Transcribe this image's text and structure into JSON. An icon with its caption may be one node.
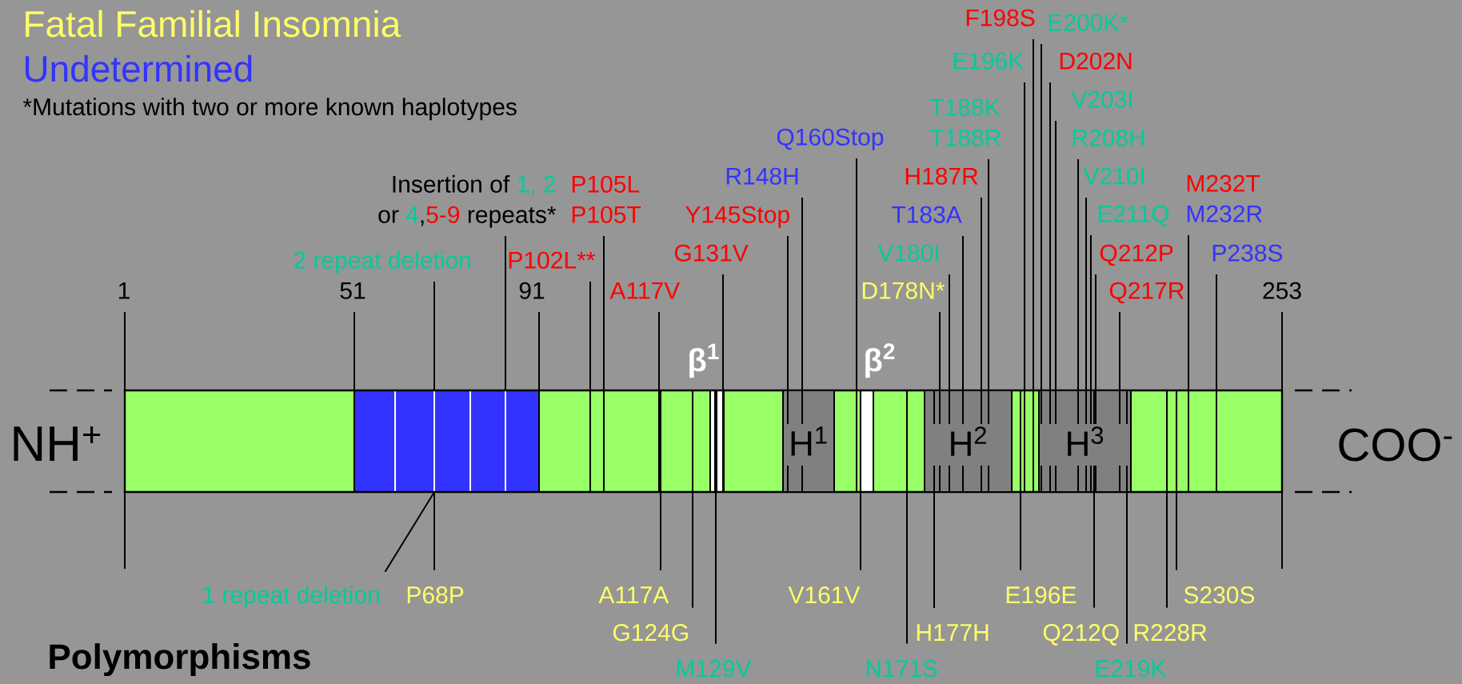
{
  "diagram": {
    "nodes": [
      {
        "text": [
          "1"
        ]
      },
      {
        "text": [
          "51"
        ]
      },
      {
        "text": [
          "2 repeat deletion"
        ]
      },
      {
        "text": [
          "Insertion of",
          "1, 2",
          "or",
          "4",
          ",",
          "5-9",
          "repeats*"
        ]
      },
      {
        "text": [
          "91"
        ]
      },
      {
        "text": [
          "P102L**"
        ]
      },
      {
        "text": [
          "P105L",
          "P105T"
        ]
      },
      {
        "text": [
          "A117V"
        ]
      },
      {
        "text": [
          "G131V"
        ]
      },
      {
        "text": [
          "Y145Stop"
        ]
      },
      {
        "text": [
          "R148H"
        ]
      },
      {
        "text": [
          "Q160Stop"
        ]
      },
      {
        "text": [
          "D178N*"
        ]
      },
      {
        "text": [
          "V180I"
        ]
      },
      {
        "text": [
          "T183A"
        ]
      },
      {
        "text": [
          "H187R"
        ]
      },
      {
        "text": [
          "T188K",
          "T188R"
        ]
      },
      {
        "text": [
          "E196K"
        ]
      },
      {
        "text": [
          "F198S"
        ]
      },
      {
        "text": [
          "E200K*"
        ]
      },
      {
        "text": [
          "D202N"
        ]
      },
      {
        "text": [
          "V203I"
        ]
      },
      {
        "text": [
          "R208H"
        ]
      },
      {
        "text": [
          "V210I"
        ]
      },
      {
        "text": [
          "E211Q"
        ]
      },
      {
        "text": [
          "Q212P"
        ]
      },
      {
        "text": [
          "Q217R"
        ]
      },
      {
        "text": [
          "M232T",
          "M232R"
        ]
      },
      {
        "text": [
          "P238S"
        ]
      },
      {
        "text": [
          "253"
        ]
      },
      {
        "text": [],
        "shape": "bar"
      },
      {
        "text": [
          "H$^{1}$"
        ],
        "in": 30
      },
      {
        "text": [
          "H$^{2}$"
        ],
        "in": 30
      },
      {
        "text": [
          "H$^{3}$"
        ],
        "in": 30
      },
      {
        "text": [
          "1 repeat deletion"
        ]
      },
      {
        "text": [
          "P68P"
        ]
      },
      {
        "text": [
          "A117A"
        ]
      },
      {
        "text": [
          "G124G"
        ]
      },
      {
        "text": [
          "M129V"
        ]
      },
      {
        "text": [
          "V161V"
        ]
      },
      {
        "text": [
          "N171S"
        ]
      },
      {
        "text": [
          "H177H"
        ]
      },
      {
        "text": [
          "E196E"
        ]
      },
      {
        "text": [
          "Q212Q"
        ]
      },
      {
        "text": [
          "E219K"
        ]
      },
      {
        "text": [
          "R228R"
        ]
      },
      {
        "text": [
          "S230S"
        ]
      }
    ],
    "edges": [
      {
        "from": 0,
        "to": null,
        "arrow": "none"
      },
      {
        "from": 1,
        "to": 30,
        "arrow": "none"
      },
      {
        "from": 2,
        "to": 30,
        "arrow": "none"
      },
      {
        "from": 3,
        "to": 30,
        "arrow": "none"
      },
      {
        "from": 4,
        "to": 30,
        "arrow": "none"
      },
      {
        "from": 5,
        "to": 30,
        "arrow": "none"
      },
      {
        "from": 6,
        "to": 30,
        "arrow": "none"
      },
      {
        "from": 7,
        "to": 30,
        "arrow": "none"
      },
      {
        "from": 8,
        "to": 30,
        "arrow": "none"
      },
      {
        "from": 9,
        "to": 30,
        "arrow": "none"
      },
      {
        "from": 10,
        "to": 30,
        "arrow": "none"
      },
      {
        "from": 11,
        "to": 30,
        "arrow": "none"
      },
      {
        "from": 12,
        "to": 30,
        "arrow": "none"
      },
      {
        "from": 13,
        "to": 30,
        "arrow": "none"
      },
      {
        "from": 14,
        "to": 30,
        "arrow": "none"
      },
      {
        "from": 15,
        "to": 30,
        "arrow": "none"
      },
      {
        "from": 16,
        "to": 30,
        "arrow": "none"
      },
      {
        "from": 17,
        "to": 30,
        "arrow": "none"
      },
      {
        "from": 18,
        "to": 30,
        "arrow": "none"
      },
      {
        "from": 19,
        "to": 30,
        "arrow": "none"
      },
      {
        "from": 20,
        "to": 30,
        "arrow": "none"
      },
      {
        "from": 21,
        "to": 30,
        "arrow": "none"
      },
      {
        "from": 22,
        "to": 30,
        "arrow": "none"
      },
      {
        "from": 23,
        "to": 30,
        "arrow": "none"
      },
      {
        "from": 24,
        "to": 30,
        "arrow": "none"
      },
      {
        "from": 25,
        "to": 30,
        "arrow": "none"
      },
      {
        "from": 26,
        "to": 30,
        "arrow": "none"
      },
      {
        "from": 27,
        "to": 30,
        "arrow": "none"
      },
      {
        "from": 28,
        "to": 30,
        "arrow": "none"
      },
      {
        "from": 29,
        "to": null,
        "arrow": "none"
      },
      {
        "from": 34,
        "to": 30,
        "arrow": "none"
      },
      {
        "from": 35,
        "to": 30,
        "arrow": "none"
      },
      {
        "from": 36,
        "to": 30,
        "arrow": "none"
      },
      {
        "from": 37,
        "to": 30,
        "arrow": "none"
      },
      {
        "from": 38,
        "to": 30,
        "arrow": "none"
      },
      {
        "from": 39,
        "to": 30,
        "arrow": "none"
      },
      {
        "from": 40,
        "to": 30,
        "arrow": "none"
      },
      {
        "from": 41,
        "to": 30,
        "arrow": "none"
      },
      {
        "from": 42,
        "to": 30,
        "arrow": "none"
      },
      {
        "from": 43,
        "to": 30,
        "arrow": "none"
      },
      {
        "from": 44,
        "to": 30,
        "arrow": "none"
      },
      {
        "from": 45,
        "to": 30,
        "arrow": "none"
      },
      {
        "from": 46,
        "to": 30,
        "arrow": "none"
      }
    ],
    "labels": [
      "*Mutations with two or more known haplotypes",
      "β$^{1}$",
      "β$^{2}$",
      "NH$^{+}$",
      "COO$^{-}$",
      "Polymorphisms"
    ],
    "legend": [
      {
        "text": "Fatal Familial Insomnia",
        "color": "#ffff66"
      },
      {
        "text": "Undetermined",
        "color": "#3333ff"
      }
    ]
  }
}
